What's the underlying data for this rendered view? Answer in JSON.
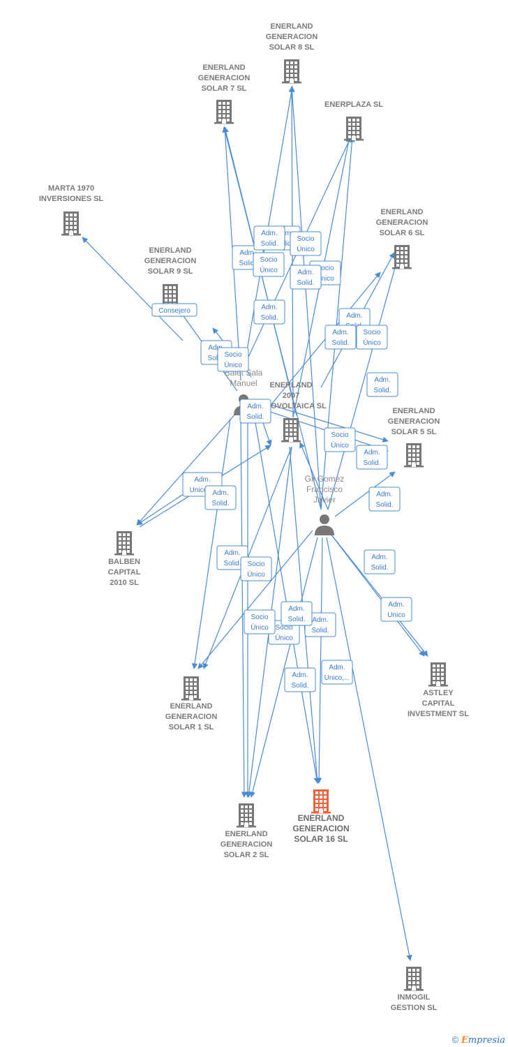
{
  "colors": {
    "edge": "#4a8bd6",
    "node": "#777777",
    "focus_node": "#f0623a",
    "label": "#7a7a7a"
  },
  "nodes": [
    {
      "id": "marta",
      "type": "company",
      "icon": "building-icon",
      "lines": [
        "MARTA 1970",
        "INVERSIONES SL"
      ]
    },
    {
      "id": "s7",
      "type": "company",
      "icon": "building-icon",
      "lines": [
        "ENERLAND",
        "GENERACION",
        "SOLAR 7  SL"
      ]
    },
    {
      "id": "s8",
      "type": "company",
      "icon": "building-icon",
      "lines": [
        "ENERLAND",
        "GENERACION",
        "SOLAR 8  SL"
      ]
    },
    {
      "id": "enerplaza",
      "type": "company",
      "icon": "building-icon",
      "lines": [
        "ENERPLAZA SL"
      ]
    },
    {
      "id": "s6",
      "type": "company",
      "icon": "building-icon",
      "lines": [
        "ENERLAND",
        "GENERACION",
        "SOLAR 6  SL"
      ]
    },
    {
      "id": "s9",
      "type": "company",
      "icon": "building-icon",
      "lines": [
        "ENERLAND",
        "GENERACION",
        "SOLAR 9  SL"
      ]
    },
    {
      "id": "balet",
      "type": "person",
      "icon": "person-icon",
      "lines": [
        "Balet Sala",
        "Manuel"
      ]
    },
    {
      "id": "foto",
      "type": "company",
      "icon": "building-icon",
      "lines": [
        "ENERLAND",
        "2007",
        "FOTOVOLTAICA SL"
      ]
    },
    {
      "id": "s5",
      "type": "company",
      "icon": "building-icon",
      "lines": [
        "ENERLAND",
        "GENERACION",
        "SOLAR 5  SL"
      ]
    },
    {
      "id": "gil",
      "type": "person",
      "icon": "person-icon",
      "lines": [
        "Gil Gomez",
        "Francisco",
        "Javier"
      ]
    },
    {
      "id": "balben",
      "type": "company",
      "icon": "building-icon",
      "lines": [
        "BALBEN",
        "CAPITAL",
        "2010 SL"
      ]
    },
    {
      "id": "astley",
      "type": "company",
      "icon": "building-icon",
      "lines": [
        "ASTLEY",
        "CAPITAL",
        "INVESTMENT SL"
      ]
    },
    {
      "id": "s1",
      "type": "company",
      "icon": "building-icon",
      "lines": [
        "ENERLAND",
        "GENERACION",
        "SOLAR 1  SL"
      ]
    },
    {
      "id": "s16",
      "type": "company",
      "icon": "building-icon",
      "focus": true,
      "lines": [
        "ENERLAND",
        "GENERACION",
        "SOLAR 16  SL"
      ]
    },
    {
      "id": "s2",
      "type": "company",
      "icon": "building-icon",
      "lines": [
        "ENERLAND",
        "GENERACION",
        "SOLAR 2  SL"
      ]
    },
    {
      "id": "inmogil",
      "type": "company",
      "icon": "building-icon",
      "lines": [
        "INMOGIL",
        "GESTION SL"
      ]
    }
  ],
  "edge_labels": [
    {
      "lines": [
        "Consejero"
      ]
    },
    {
      "lines": [
        "Adm.",
        "Solid."
      ]
    },
    {
      "lines": [
        "Socio",
        "Único"
      ]
    },
    {
      "lines": [
        "Adm.",
        "Solid."
      ]
    },
    {
      "lines": [
        "Socio",
        "Único"
      ]
    },
    {
      "lines": [
        "Adm.",
        "Solid."
      ]
    },
    {
      "lines": [
        "Socio",
        "Único"
      ]
    },
    {
      "lines": [
        "Adm.",
        "Solid."
      ]
    },
    {
      "lines": [
        "Socio",
        "Único"
      ]
    },
    {
      "lines": [
        "Adm.",
        "Solid."
      ]
    },
    {
      "lines": [
        "Adm.",
        "Solid."
      ]
    },
    {
      "lines": [
        "Adm.",
        "Solid."
      ]
    },
    {
      "lines": [
        "Socio",
        "Único"
      ]
    },
    {
      "lines": [
        "Adm.",
        "Solid."
      ]
    },
    {
      "lines": [
        "Adm.",
        "Solid."
      ]
    },
    {
      "lines": [
        "Adm.",
        "Solid."
      ]
    },
    {
      "lines": [
        "Socio",
        "Único"
      ]
    },
    {
      "lines": [
        "Adm.",
        "Solid."
      ]
    },
    {
      "lines": [
        "Adm.",
        "Unico,..."
      ]
    },
    {
      "lines": [
        "Adm.",
        "Solid."
      ]
    },
    {
      "lines": [
        "Adm.",
        "Solid."
      ]
    },
    {
      "lines": [
        "Socio",
        "Único"
      ]
    },
    {
      "lines": [
        "Adm.",
        "Solid."
      ]
    },
    {
      "lines": [
        "Adm.",
        "Unico"
      ]
    },
    {
      "lines": [
        "Adm.",
        "Solid."
      ]
    },
    {
      "lines": [
        "Socio",
        "Único"
      ]
    },
    {
      "lines": [
        "Adm.",
        "Solid."
      ]
    },
    {
      "lines": [
        "Socio",
        "Único"
      ]
    },
    {
      "lines": [
        "Adm.",
        "Solid."
      ]
    },
    {
      "lines": [
        "Adm.",
        "Solid."
      ]
    },
    {
      "lines": [
        "Adm.",
        "Unico,..."
      ]
    }
  ],
  "footer": {
    "copyright": "©",
    "brand_first": "E",
    "brand_rest": "mpresia"
  }
}
